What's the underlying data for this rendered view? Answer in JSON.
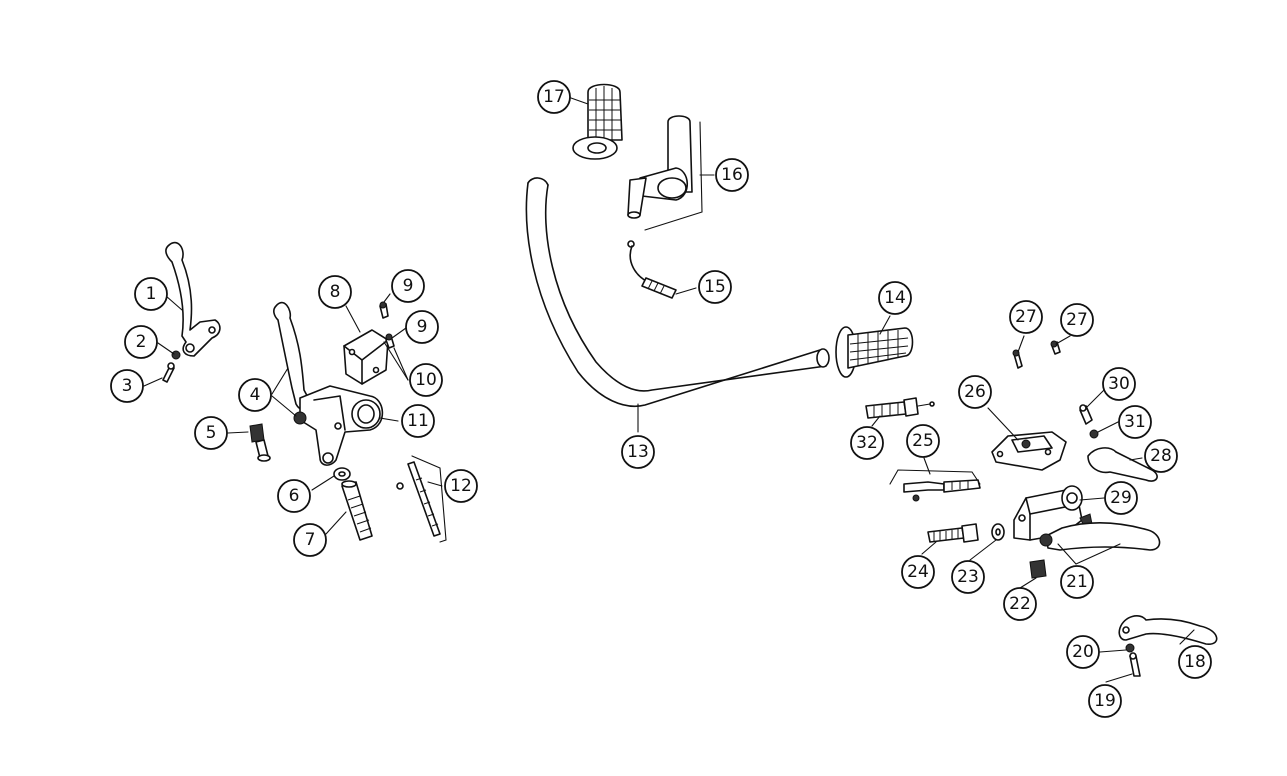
{
  "callouts": [
    {
      "id": "c1",
      "label": "1"
    },
    {
      "id": "c2",
      "label": "2"
    },
    {
      "id": "c3",
      "label": "3"
    },
    {
      "id": "c4",
      "label": "4"
    },
    {
      "id": "c5",
      "label": "5"
    },
    {
      "id": "c6",
      "label": "6"
    },
    {
      "id": "c7",
      "label": "7"
    },
    {
      "id": "c8",
      "label": "8"
    },
    {
      "id": "c9a",
      "label": "9"
    },
    {
      "id": "c9b",
      "label": "9"
    },
    {
      "id": "c10",
      "label": "10"
    },
    {
      "id": "c11",
      "label": "11"
    },
    {
      "id": "c12",
      "label": "12"
    },
    {
      "id": "c13",
      "label": "13"
    },
    {
      "id": "c14",
      "label": "14"
    },
    {
      "id": "c15",
      "label": "15"
    },
    {
      "id": "c16",
      "label": "16"
    },
    {
      "id": "c17",
      "label": "17"
    },
    {
      "id": "c18",
      "label": "18"
    },
    {
      "id": "c19",
      "label": "19"
    },
    {
      "id": "c20",
      "label": "20"
    },
    {
      "id": "c21",
      "label": "21"
    },
    {
      "id": "c22",
      "label": "22"
    },
    {
      "id": "c23",
      "label": "23"
    },
    {
      "id": "c24",
      "label": "24"
    },
    {
      "id": "c25",
      "label": "25"
    },
    {
      "id": "c26",
      "label": "26"
    },
    {
      "id": "c27a",
      "label": "27"
    },
    {
      "id": "c27b",
      "label": "27"
    },
    {
      "id": "c28",
      "label": "28"
    },
    {
      "id": "c29",
      "label": "29"
    },
    {
      "id": "c30",
      "label": "30"
    },
    {
      "id": "c31",
      "label": "31"
    },
    {
      "id": "c32",
      "label": "32"
    }
  ]
}
